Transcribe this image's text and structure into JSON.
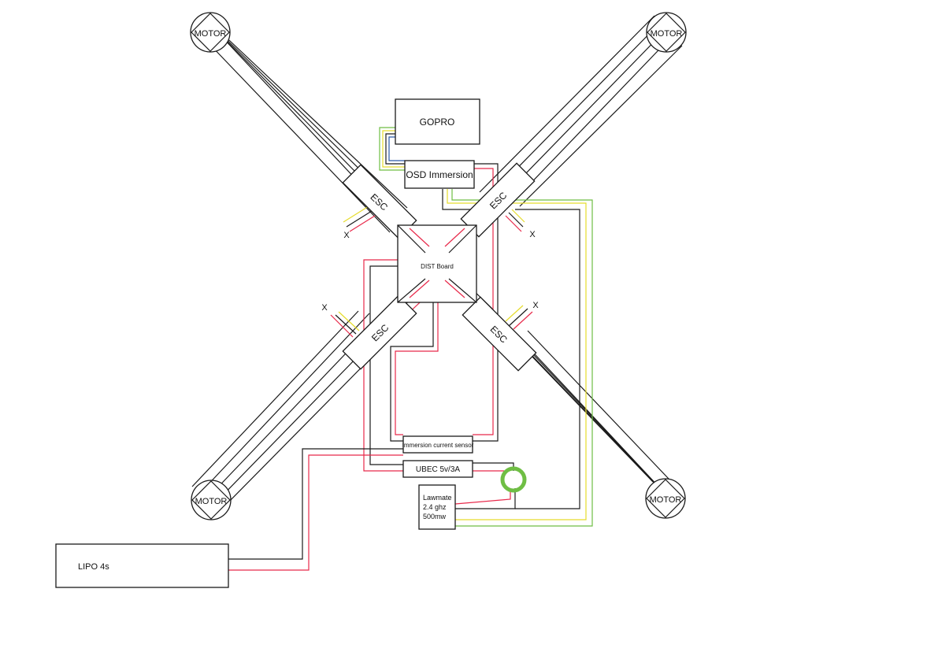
{
  "diagram": {
    "motors": [
      {
        "id": "top-left",
        "label": "MOTOR"
      },
      {
        "id": "top-right",
        "label": "MOTOR"
      },
      {
        "id": "bottom-left",
        "label": "MOTOR"
      },
      {
        "id": "bottom-right",
        "label": "MOTOR"
      }
    ],
    "escs": [
      {
        "id": "top-left",
        "label": "ESC"
      },
      {
        "id": "top-right",
        "label": "ESC"
      },
      {
        "id": "bottom-left",
        "label": "ESC"
      },
      {
        "id": "bottom-right",
        "label": "ESC"
      }
    ],
    "unused_wire_marks": [
      "X",
      "X",
      "X",
      "X"
    ],
    "components": {
      "gopro": "GOPRO",
      "osd": "OSD Immersion",
      "dist_board": "DIST Board",
      "current_sensor": "Immersion current sensor",
      "ubec": "UBEC 5v/3A",
      "lawmate_line1": "Lawmate",
      "lawmate_line2": "2.4 ghz",
      "lawmate_line3": "500mw",
      "lipo": "LIPO 4s"
    },
    "wire_colors": {
      "power_positive": "#e8294a",
      "ground": "#1a1a1a",
      "video": "#e6dc2c",
      "audio": "#6fbe44",
      "signal": "#2b59a8",
      "ferrite_ring": "#6fbe44"
    }
  }
}
